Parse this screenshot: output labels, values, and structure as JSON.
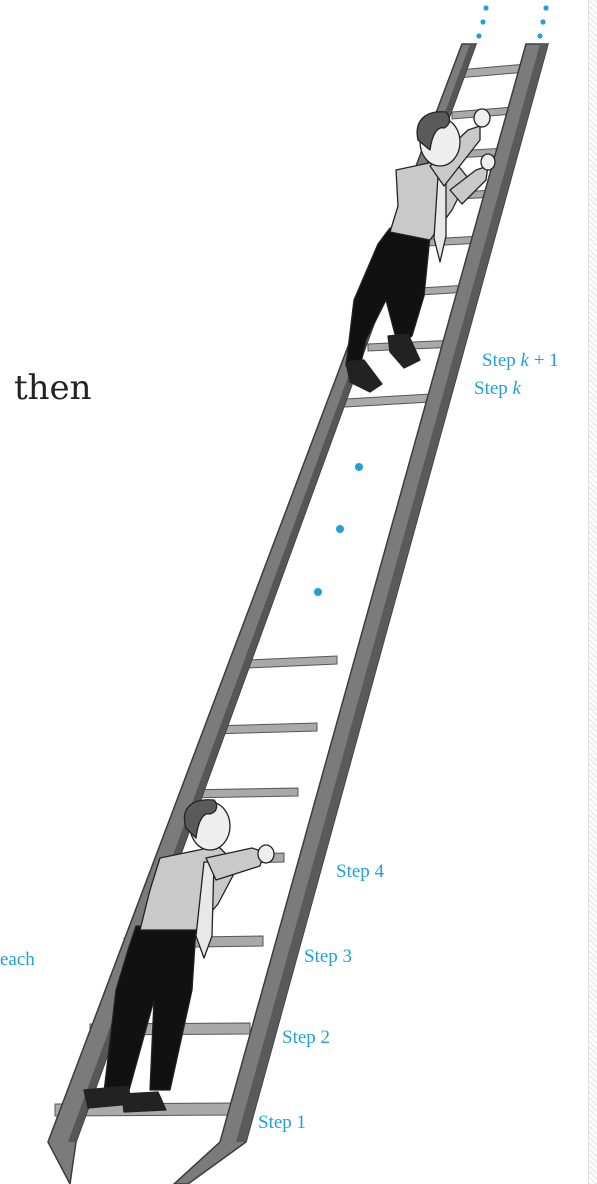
{
  "side_text": "then",
  "partial_label": "each",
  "step_labels": {
    "step_k1": {
      "prefix": "Step ",
      "var": "k",
      "suffix": " + 1"
    },
    "step_k": {
      "prefix": "Step ",
      "var": "k"
    },
    "step_4": "Step 4",
    "step_3": "Step 3",
    "step_2": "Step 2",
    "step_1": "Step 1"
  },
  "colors": {
    "accent": "#1ea0dc",
    "ladder_rail": "#7b7b7b",
    "ladder_rail_shadow": "#4e4e4e",
    "rung": "#a9a9a9",
    "shirt": "#c9c9c9",
    "pants": "#111111",
    "hair": "#5a5a5a",
    "skin": "#eeeeee",
    "text": "#222222"
  },
  "icons": [
    "ladder-illustration",
    "climber-lower-figure",
    "climber-upper-figure",
    "ellipsis-dots"
  ]
}
